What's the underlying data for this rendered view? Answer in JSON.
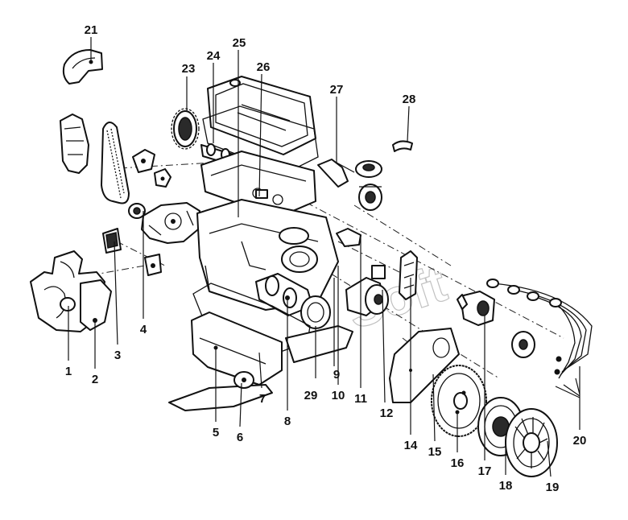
{
  "diagram": {
    "callouts": [
      {
        "id": "1",
        "label": "1"
      },
      {
        "id": "2",
        "label": "2"
      },
      {
        "id": "3",
        "label": "3"
      },
      {
        "id": "4",
        "label": "4"
      },
      {
        "id": "5",
        "label": "5"
      },
      {
        "id": "6",
        "label": "6"
      },
      {
        "id": "7",
        "label": "7"
      },
      {
        "id": "8",
        "label": "8"
      },
      {
        "id": "9",
        "label": "9"
      },
      {
        "id": "10",
        "label": "10"
      },
      {
        "id": "11",
        "label": "11"
      },
      {
        "id": "12",
        "label": "12"
      },
      {
        "id": "14",
        "label": "14"
      },
      {
        "id": "15",
        "label": "15"
      },
      {
        "id": "16",
        "label": "16"
      },
      {
        "id": "17",
        "label": "17"
      },
      {
        "id": "18",
        "label": "18"
      },
      {
        "id": "19",
        "label": "19"
      },
      {
        "id": "20",
        "label": "20"
      },
      {
        "id": "21",
        "label": "21"
      },
      {
        "id": "23",
        "label": "23"
      },
      {
        "id": "24",
        "label": "24"
      },
      {
        "id": "25",
        "label": "25"
      },
      {
        "id": "26",
        "label": "26"
      },
      {
        "id": "27",
        "label": "27"
      },
      {
        "id": "28",
        "label": "28"
      },
      {
        "id": "29",
        "label": "29"
      }
    ]
  },
  "watermark": {
    "text": "Soft"
  },
  "colors": {
    "line": "#111111",
    "background": "#ffffff"
  }
}
